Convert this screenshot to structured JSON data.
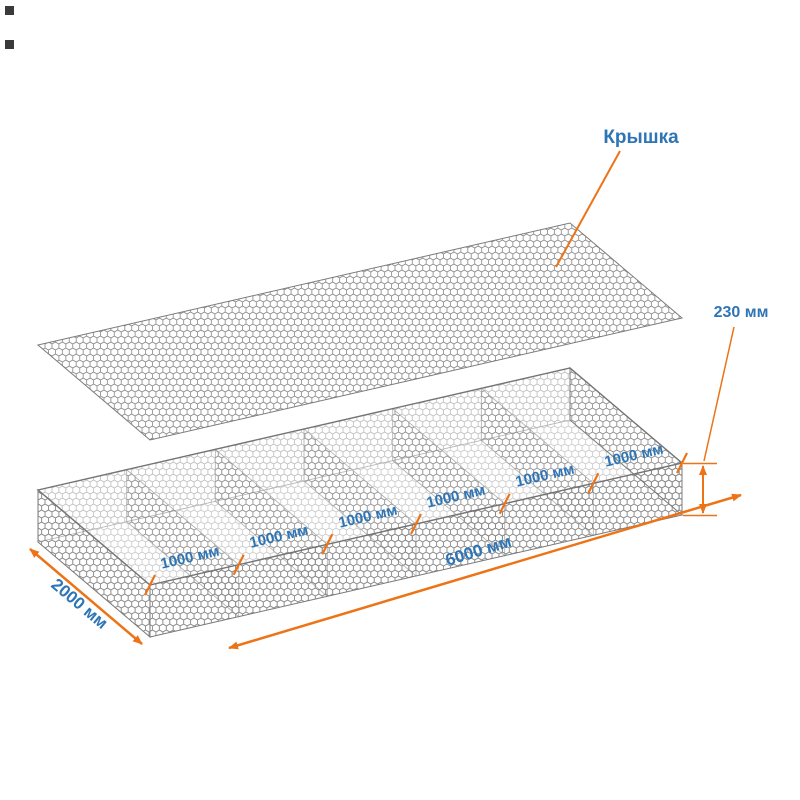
{
  "diagram": {
    "lid_label": "Крышка",
    "height_label": "230 мм",
    "width_label": "2000 мм",
    "length_label": "6000 мм",
    "compartment_labels": [
      "1000 мм",
      "1000 мм",
      "1000 мм",
      "1000 мм",
      "1000 мм",
      "1000 мм"
    ]
  },
  "colors": {
    "dimension_accent": "#ED7317",
    "label_text": "#2E75B6",
    "mesh_gray": "#858585",
    "background": "#FFFFFF"
  }
}
